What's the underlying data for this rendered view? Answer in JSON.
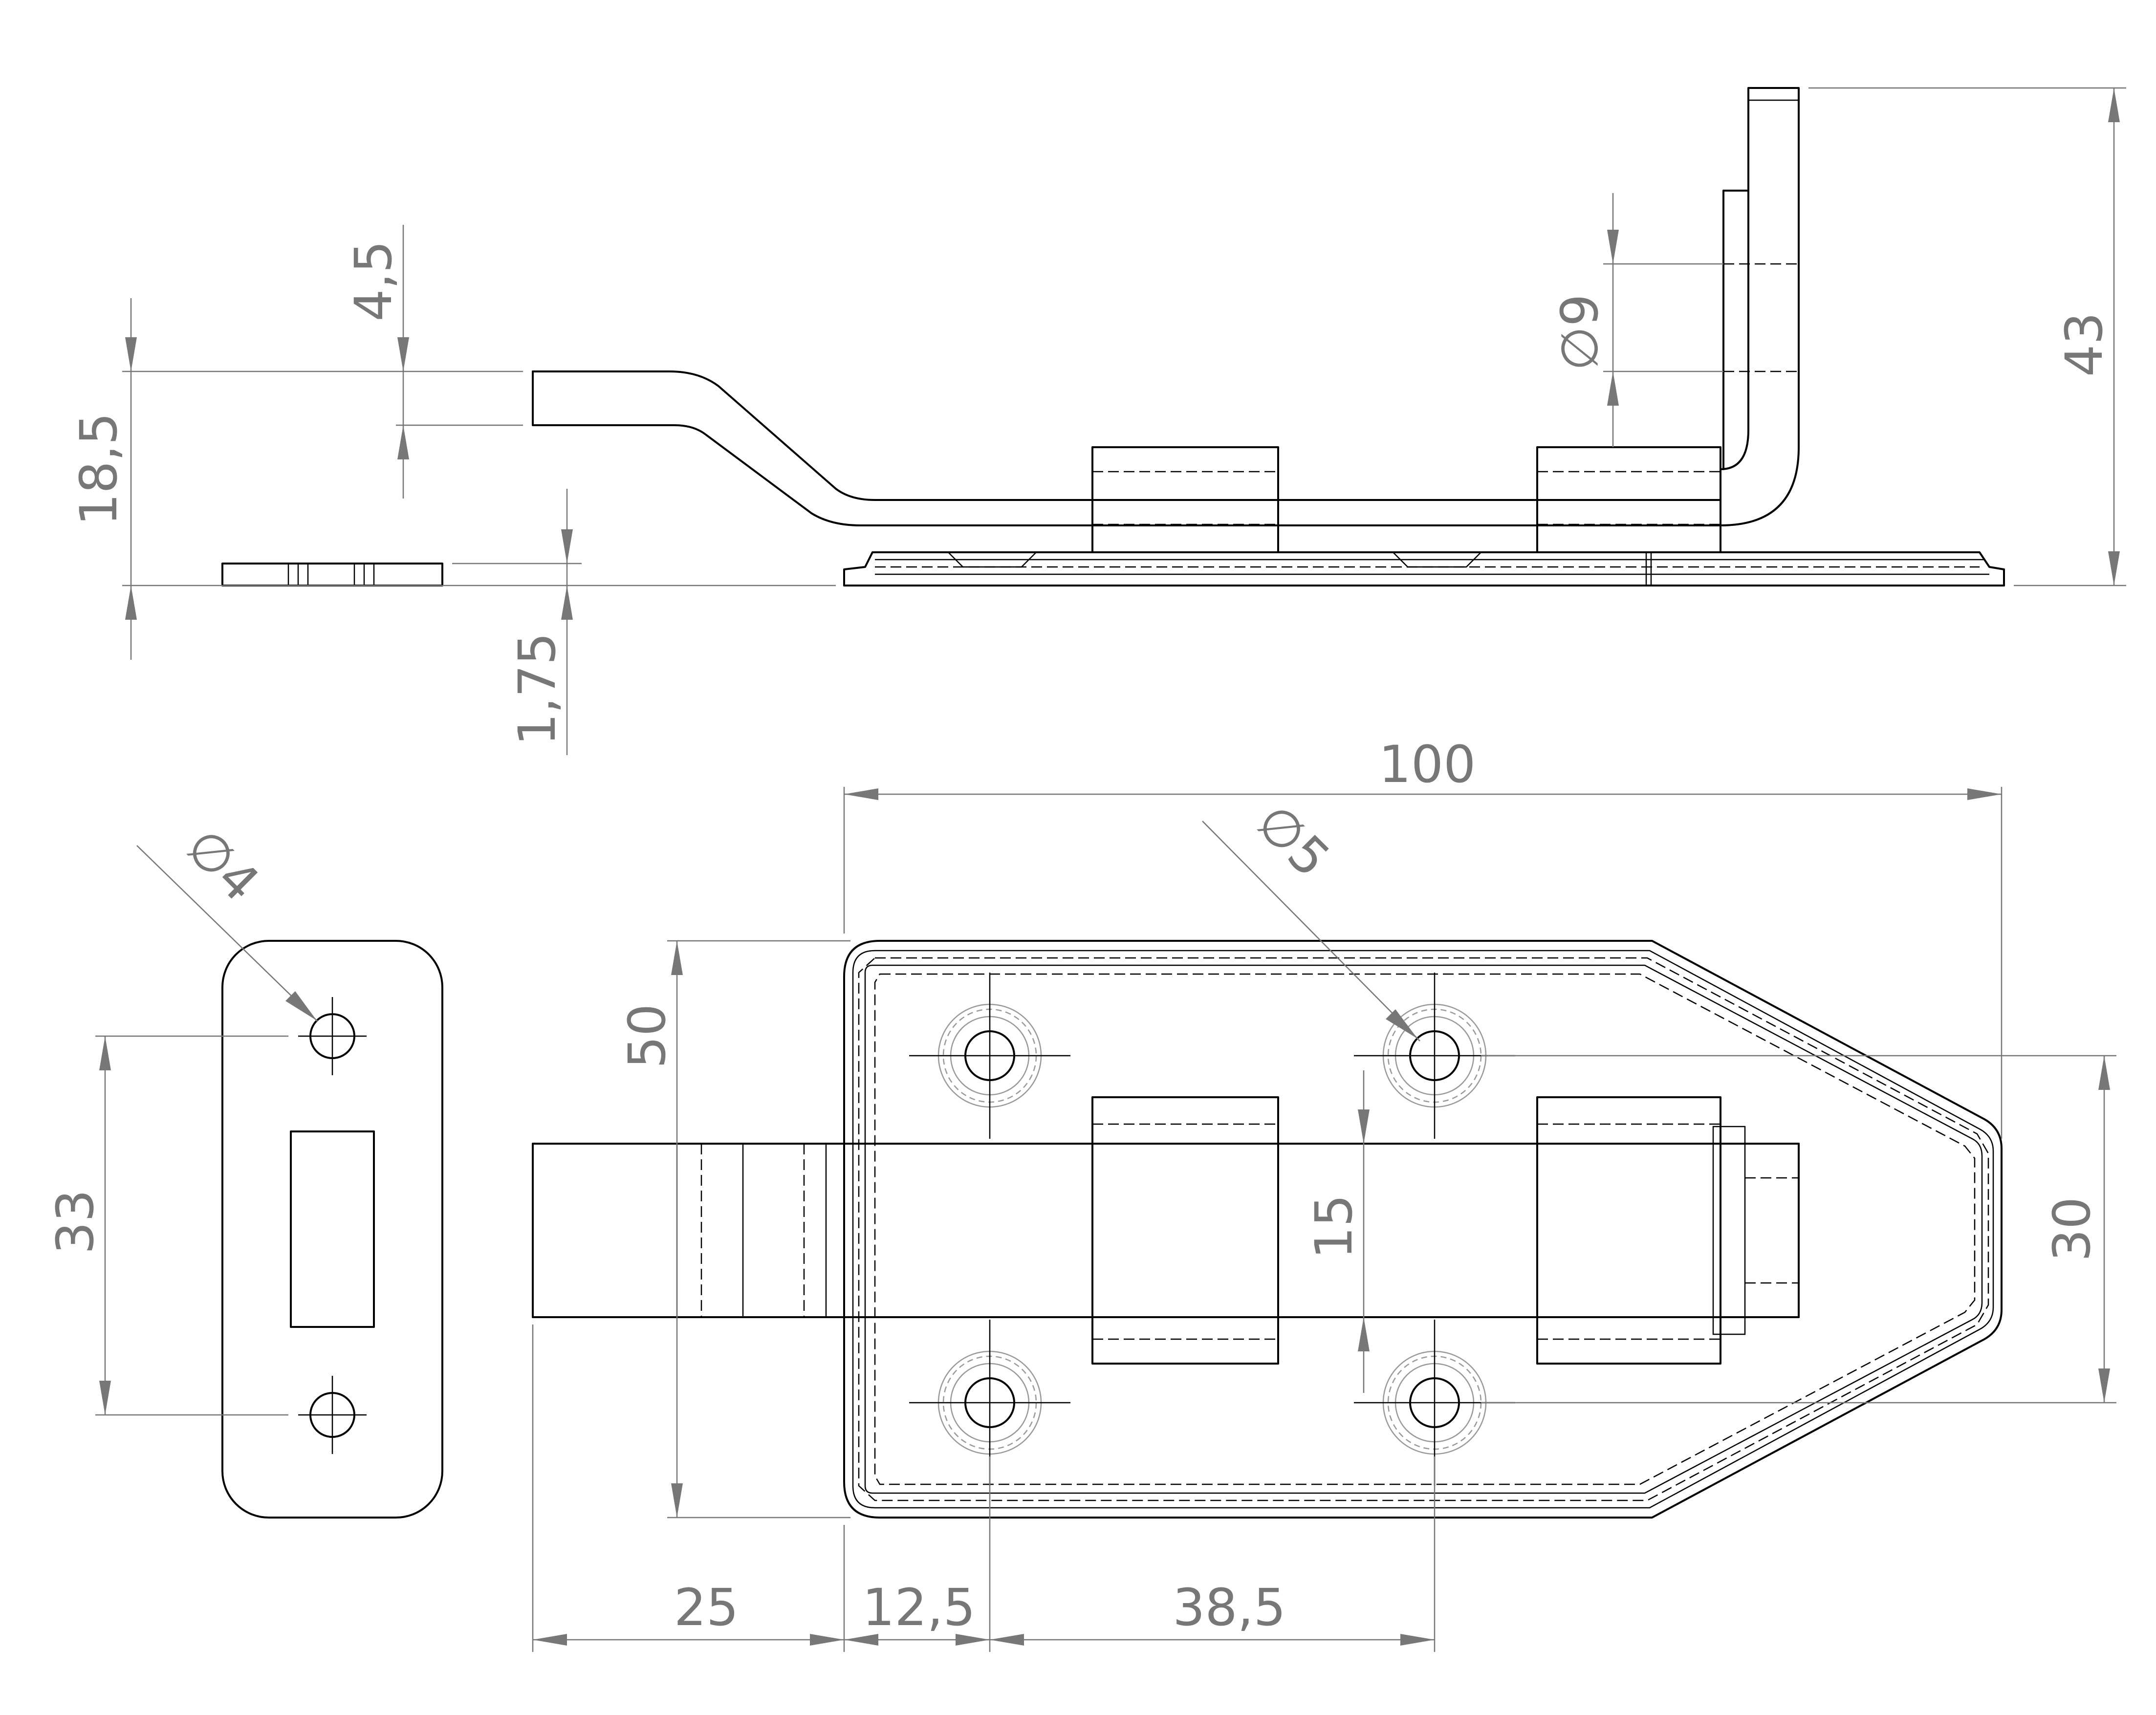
{
  "drawing": {
    "dimensions": {
      "d_18_5": "18,5",
      "d_4_5": "4,5",
      "d_1_75": "1,75",
      "d_dia9": "9",
      "d_43": "43",
      "d_100": "100",
      "d_dia5": "5",
      "d_dia4": "4",
      "d_50": "50",
      "d_33": "33",
      "d_15": "15",
      "d_30": "30",
      "d_25": "25",
      "d_12_5": "12,5",
      "d_38_5": "38,5"
    },
    "diameter_symbol": "∅"
  }
}
